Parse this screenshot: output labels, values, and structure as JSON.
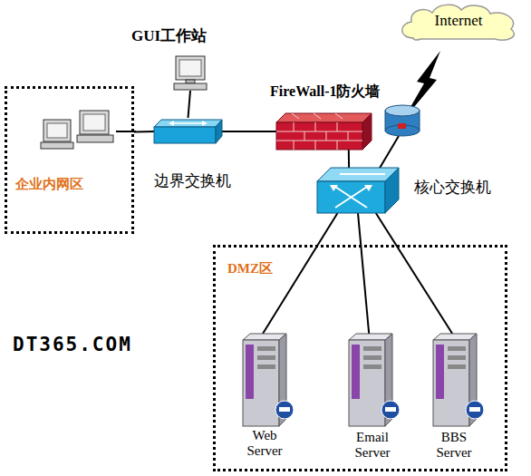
{
  "diagram": {
    "nodes": [
      {
        "text": [
          "Internet"
        ]
      },
      {
        "text": [
          "GUI工作站"
        ]
      },
      {
        "text": [
          "FireWall-1防火墙"
        ]
      },
      {
        "text": [
          "企业内网区"
        ]
      },
      {
        "text": [
          "边界交换机"
        ]
      },
      {
        "text": [
          "核心交换机"
        ]
      },
      {
        "text": [
          "DMZ区"
        ]
      },
      {
        "text": [
          "Web Server"
        ],
        "in": 6
      },
      {
        "text": [
          "Email Server"
        ],
        "in": 6
      },
      {
        "text": [
          "BBS Server"
        ],
        "in": 6
      }
    ],
    "edges": [
      {
        "from": 1,
        "to": 4,
        "arrow": "none"
      },
      {
        "from": 3,
        "to": 4,
        "arrow": "none"
      },
      {
        "from": 4,
        "to": 2,
        "arrow": "none"
      },
      {
        "from": 2,
        "to": 5,
        "arrow": "none"
      },
      {
        "from": 5,
        "to": 7,
        "arrow": "none"
      },
      {
        "from": 5,
        "to": 8,
        "arrow": "none"
      },
      {
        "from": 5,
        "to": 9,
        "arrow": "none"
      }
    ],
    "labels": [
      "DT365.COM"
    ]
  }
}
